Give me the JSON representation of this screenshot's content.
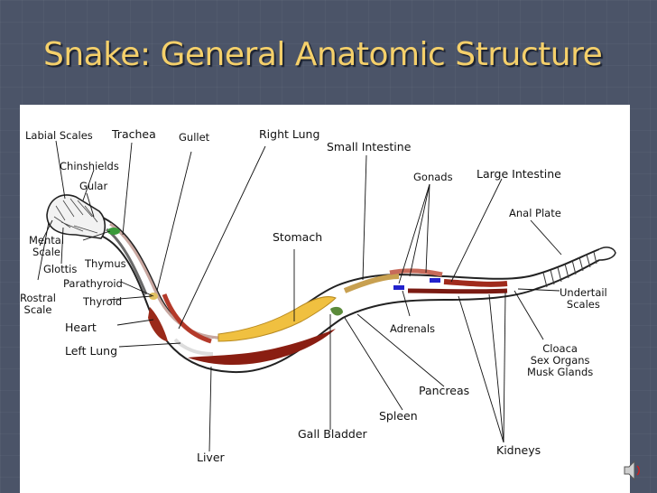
{
  "slide": {
    "title": "Snake: General Anatomic Structure"
  },
  "diagram": {
    "labels": {
      "labial_scales": "Labial Scales",
      "trachea": "Trachea",
      "gullet": "Gullet",
      "right_lung": "Right Lung",
      "small_intestine": "Small Intestine",
      "chinshields": "Chinshields",
      "gular": "Gular",
      "gonads": "Gonads",
      "large_intestine": "Large Intestine",
      "anal_plate": "Anal Plate",
      "stomach": "Stomach",
      "mental_scale": "Mental\nScale",
      "glottis": "Glottis",
      "thymus": "Thymus",
      "parathyroid": "Parathyroid",
      "thyroid": "Thyroid",
      "rostral_scale": "Rostral\nScale",
      "heart": "Heart",
      "left_lung": "Left Lung",
      "undertail_scales": "Undertail\nScales",
      "adrenals": "Adrenals",
      "cloaca": "Cloaca\nSex Organs\nMusk Glands",
      "pancreas": "Pancreas",
      "spleen": "Spleen",
      "gall_bladder": "Gall Bladder",
      "kidneys": "Kidneys",
      "liver": "Liver"
    }
  }
}
